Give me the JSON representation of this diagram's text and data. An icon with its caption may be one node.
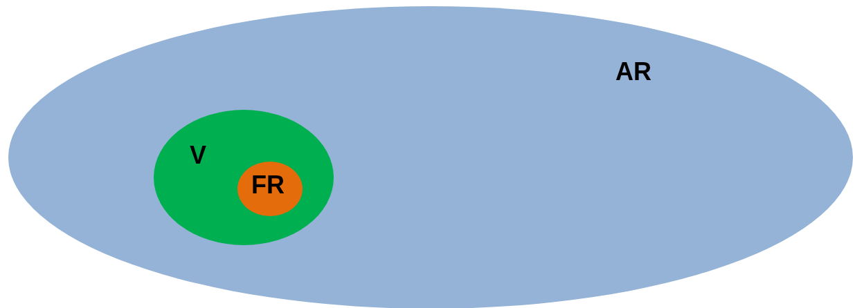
{
  "diagram": {
    "nodes": [
      {
        "text": [
          "AR"
        ]
      },
      {
        "text": [
          "V"
        ],
        "in": 0
      },
      {
        "text": [
          "FR"
        ],
        "in": 1
      }
    ]
  }
}
